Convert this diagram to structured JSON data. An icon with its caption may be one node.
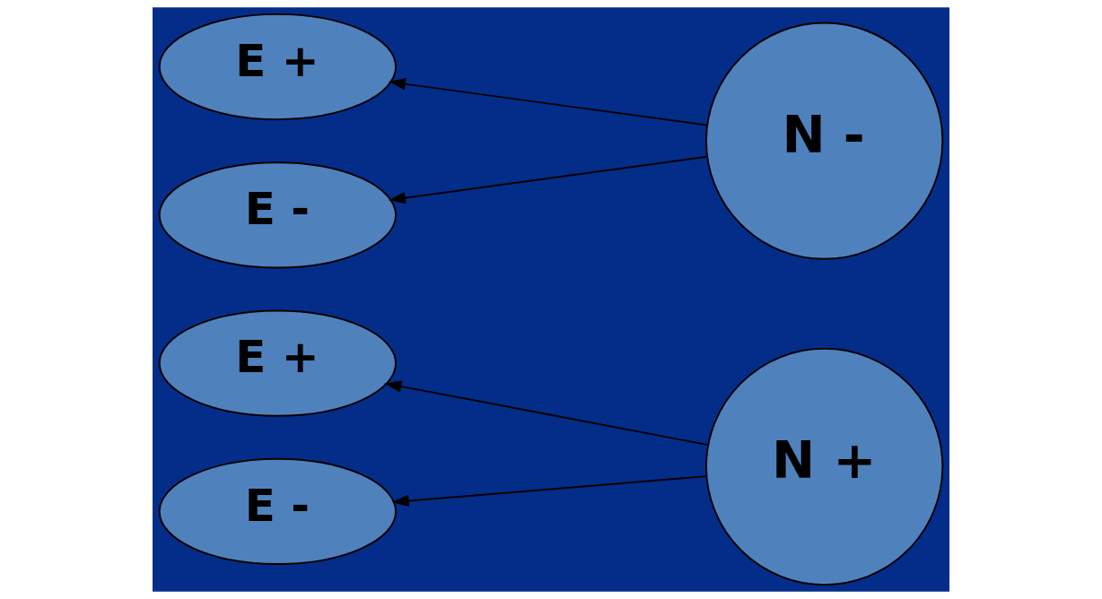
{
  "diagram": {
    "nodes": [
      {
        "text": [
          "E +"
        ]
      },
      {
        "text": [
          "E -"
        ]
      },
      {
        "text": [
          "E +"
        ]
      },
      {
        "text": [
          "E -"
        ]
      },
      {
        "text": [
          "N +"
        ]
      },
      {
        "text": [
          "N -"
        ]
      }
    ],
    "edges": [
      {
        "from": 4,
        "to": 0,
        "arrow": "to"
      },
      {
        "from": 4,
        "to": 1,
        "arrow": "to"
      },
      {
        "from": 5,
        "to": 2,
        "arrow": "to"
      },
      {
        "from": 5,
        "to": 3,
        "arrow": "to"
      }
    ]
  }
}
